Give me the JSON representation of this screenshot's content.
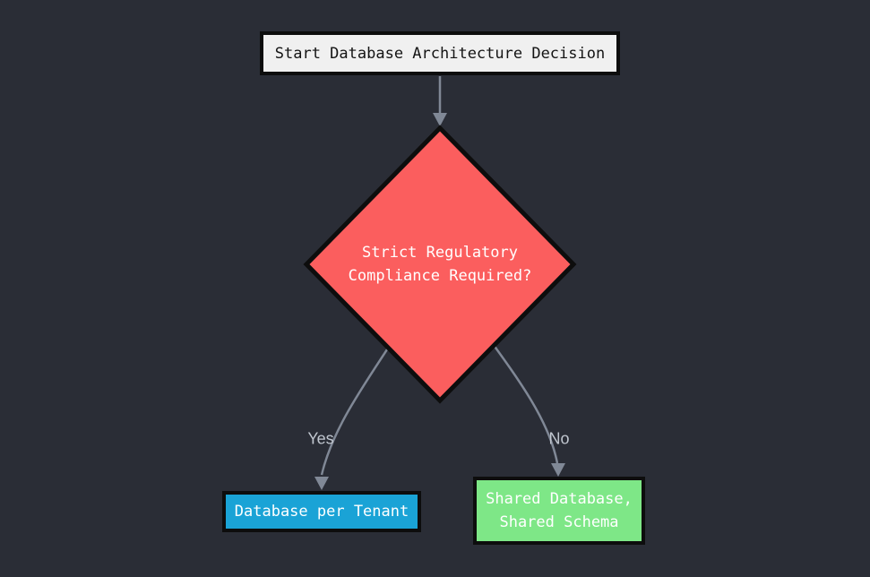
{
  "canvas": {
    "background": "#2a2d36",
    "border_color": "#0d0d0d"
  },
  "nodes": {
    "start": {
      "shape": "rectangle",
      "label": "Start Database Architecture Decision",
      "fill": "#f0f0f0",
      "text_color": "#141414"
    },
    "decision": {
      "shape": "diamond",
      "label_line1": "Strict Regulatory",
      "label_line2": "Compliance Required?",
      "fill": "#fb5e5e",
      "text_color": "#ffffff"
    },
    "yes_result": {
      "shape": "rectangle",
      "label": "Database per Tenant",
      "fill": "#1aa3d6",
      "text_color": "#ffffff"
    },
    "no_result": {
      "shape": "rectangle",
      "label_line1": "Shared Database,",
      "label_line2": "Shared Schema",
      "fill": "#7ee787",
      "text_color": "#ffffff"
    }
  },
  "edges": {
    "line_color": "#808896",
    "label_color": "#c0c6cf",
    "start_to_decision": {
      "label": ""
    },
    "decision_to_yes": {
      "label": "Yes"
    },
    "decision_to_no": {
      "label": "No"
    }
  }
}
